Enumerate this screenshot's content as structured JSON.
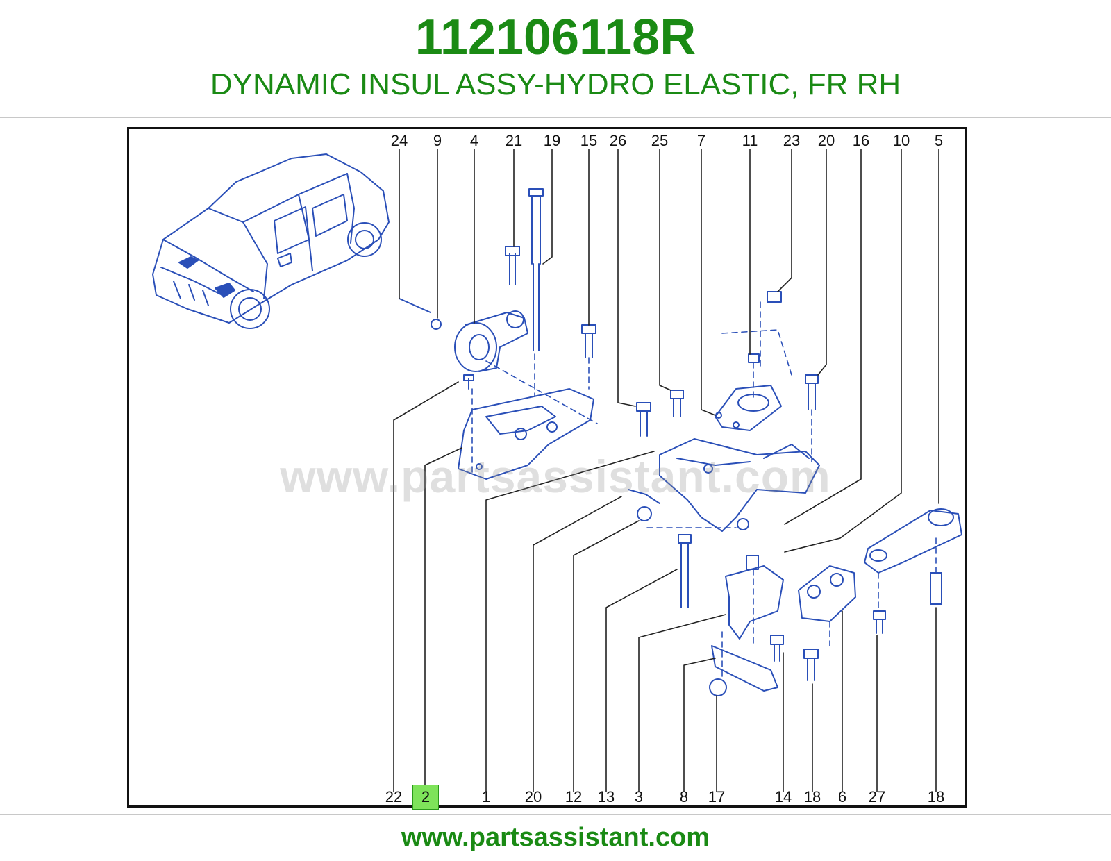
{
  "header": {
    "part_number": "112106118R",
    "description": "DYNAMIC INSUL ASSY-HYDRO ELASTIC, FR RH"
  },
  "diagram": {
    "watermark": "www.partsassistant.com",
    "top_callouts": [
      "24",
      "9",
      "4",
      "21",
      "19",
      "15",
      "26",
      "25",
      "7",
      "11",
      "23",
      "20",
      "16",
      "10",
      "5"
    ],
    "bottom_callouts": [
      "22",
      "2",
      "1",
      "20",
      "12",
      "13",
      "3",
      "8",
      "17",
      "14",
      "18",
      "6",
      "27",
      "18"
    ],
    "highlighted_callout": "2"
  },
  "footer": {
    "url": "www.partsassistant.com"
  },
  "colors": {
    "brand_green": "#1a8a14",
    "line_blue": "#2a4fb8",
    "highlight": "#7ee35a"
  }
}
